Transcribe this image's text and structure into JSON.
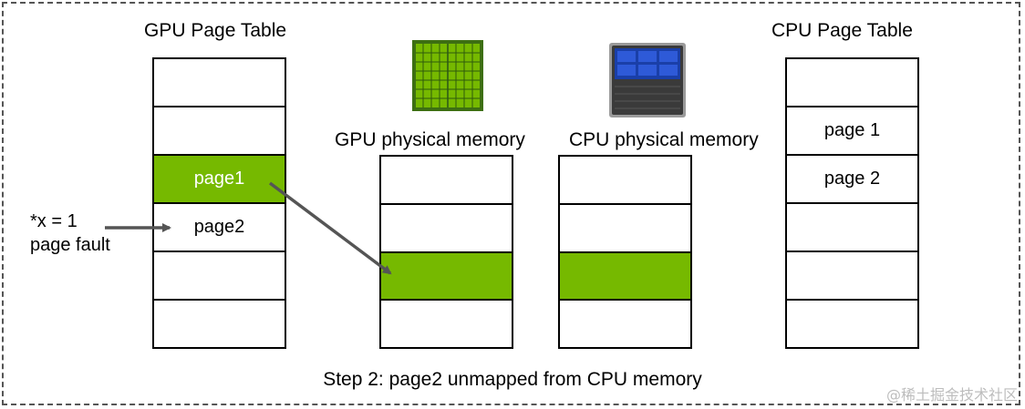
{
  "gpu_page_table": {
    "title": "GPU Page Table",
    "rows": [
      "",
      "",
      "page1",
      "page2",
      "",
      ""
    ]
  },
  "cpu_page_table": {
    "title": "CPU Page Table",
    "rows": [
      "",
      "page 1",
      "page 2",
      "",
      "",
      ""
    ]
  },
  "gpu_physical_memory": {
    "title": "GPU physical memory"
  },
  "cpu_physical_memory": {
    "title": "CPU physical memory"
  },
  "fault_note": {
    "line1": "*x = 1",
    "line2": "page fault"
  },
  "caption": "Step 2: page2 unmapped from CPU memory",
  "watermark": "@稀土掘金技术社区",
  "icons": [
    "gpu-chip-icon",
    "cpu-chip-icon"
  ],
  "colors": {
    "highlight": "#76b900",
    "arrow": "#555555",
    "cpu_chip_blue": "#1a3fa8"
  }
}
